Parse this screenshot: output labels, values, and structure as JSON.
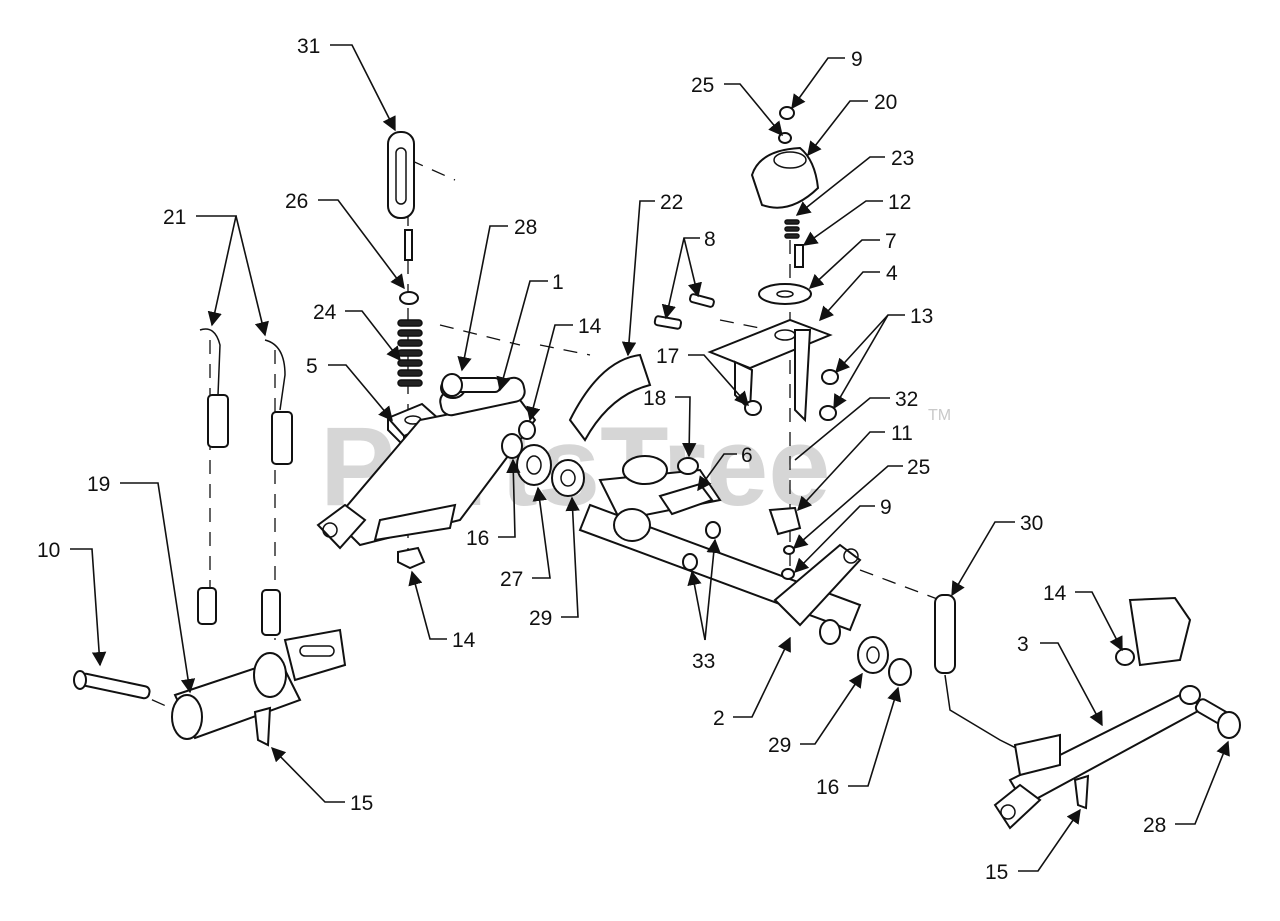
{
  "watermark": {
    "text": "PartsTree",
    "tm": "TM"
  },
  "callouts": [
    "31",
    "9",
    "25",
    "20",
    "23",
    "26",
    "21",
    "28",
    "22",
    "8",
    "12",
    "7",
    "1",
    "14",
    "4",
    "24",
    "5",
    "17",
    "13",
    "14",
    "18",
    "6",
    "32",
    "11",
    "25",
    "19",
    "16",
    "10",
    "27",
    "9",
    "29",
    "30",
    "14",
    "14",
    "3",
    "33",
    "2",
    "29",
    "16",
    "28",
    "15",
    "15"
  ]
}
